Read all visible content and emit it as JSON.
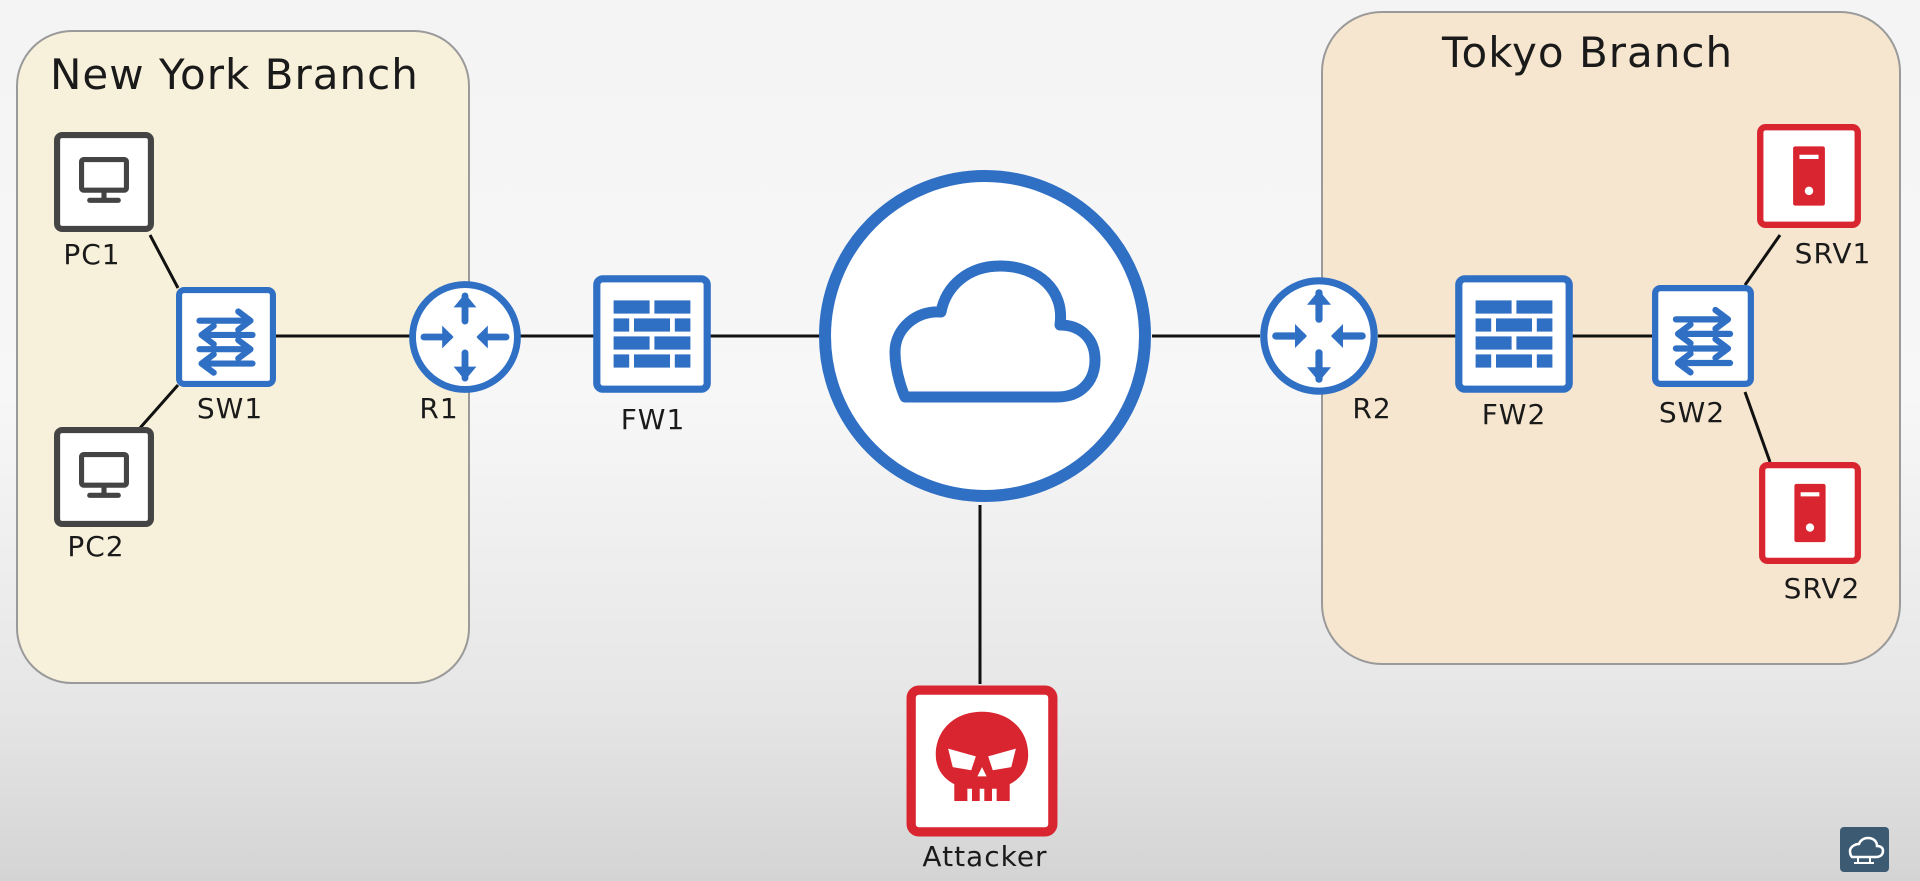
{
  "branches": {
    "new_york": {
      "title": "New York Branch"
    },
    "tokyo": {
      "title": "Tokyo Branch"
    }
  },
  "nodes": {
    "pc1": {
      "label": "PC1",
      "icon": "pc-icon"
    },
    "pc2": {
      "label": "PC2",
      "icon": "pc-icon"
    },
    "sw1": {
      "label": "SW1",
      "icon": "switch-icon"
    },
    "r1": {
      "label": "R1",
      "icon": "router-icon"
    },
    "fw1": {
      "label": "FW1",
      "icon": "firewall-icon"
    },
    "internet": {
      "icon": "cloud-icon"
    },
    "r2": {
      "label": "R2",
      "icon": "router-icon"
    },
    "fw2": {
      "label": "FW2",
      "icon": "firewall-icon"
    },
    "sw2": {
      "label": "SW2",
      "icon": "switch-icon"
    },
    "srv1": {
      "label": "SRV1",
      "icon": "server-icon"
    },
    "srv2": {
      "label": "SRV2",
      "icon": "server-icon"
    },
    "attacker": {
      "label": "Attacker",
      "icon": "skull-icon"
    }
  },
  "colors": {
    "network_blue": "#2f6fc4",
    "threat_red": "#d9252f",
    "pc_gray": "#444444",
    "new_york_fill": "#f7f0da",
    "tokyo_fill": "#f6e6cf"
  }
}
